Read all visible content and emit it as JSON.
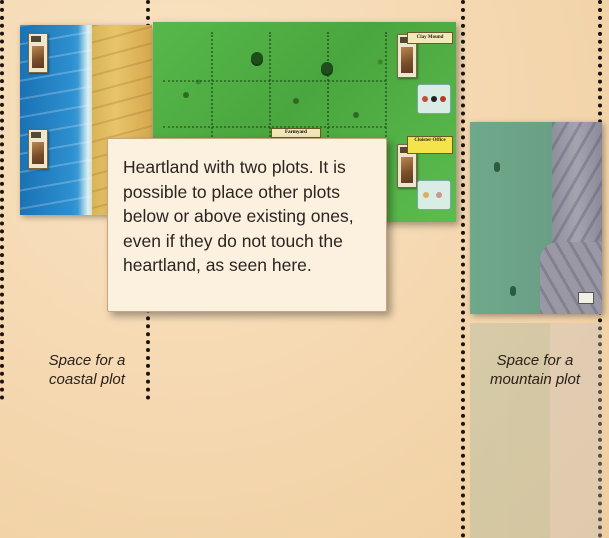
{
  "callout": {
    "text": "Heartland with two plots. It is possible to place other plots below or above existing ones, even if they do not touch the heartland, as seen here."
  },
  "coastal_slot": {
    "label_line1": "Space for a",
    "label_line2": "coastal plot"
  },
  "mountain_slot": {
    "label_line1": "Space for a",
    "label_line2": "mountain plot"
  },
  "heartland": {
    "buildings": [
      {
        "name": "Clay Mound",
        "title_color": "#f3e9b8"
      },
      {
        "name": "Cloister Office",
        "title_color": "#f4e34a"
      }
    ],
    "site_label": "Farmyard"
  },
  "colors": {
    "table": "#f4d6ad",
    "sea": "#2d8fcf",
    "sand": "#e8c46a",
    "grass": "#57b84a",
    "rock": "#a5a3b0",
    "callout": "#fcf0de",
    "dots": "#1d140d"
  }
}
